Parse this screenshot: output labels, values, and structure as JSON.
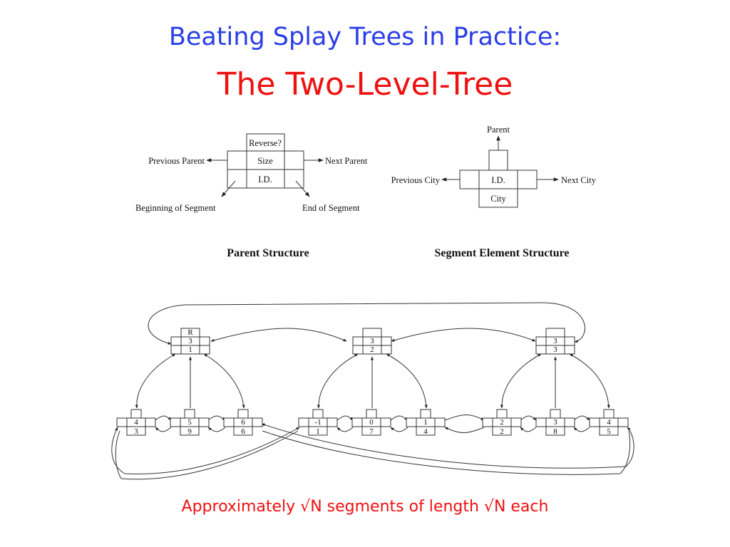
{
  "title": "Beating Splay Trees in Practice:",
  "subtitle": "The Two-Level-Tree",
  "caption": "Approximately √N segments of length √N each",
  "parent_structure": {
    "caption": "Parent Structure",
    "fields": {
      "reverse": "Reverse?",
      "size": "Size",
      "id": "I.D."
    },
    "previous_parent": "Previous Parent",
    "next_parent": "Next Parent",
    "beginning_of_segment": "Beginning of Segment",
    "end_of_segment": "End of Segment"
  },
  "segment_element_structure": {
    "caption": "Segment Element Structure",
    "parent": "Parent",
    "fields": {
      "id": "I.D.",
      "city": "City"
    },
    "previous_city": "Previous City",
    "next_city": "Next City"
  },
  "tree": {
    "parents": [
      {
        "reverse": "R",
        "size": "3",
        "id": "1"
      },
      {
        "reverse": "",
        "size": "3",
        "id": "2"
      },
      {
        "reverse": "",
        "size": "3",
        "id": "3"
      }
    ],
    "elements": [
      {
        "id": "4",
        "city": "3"
      },
      {
        "id": "5",
        "city": "9"
      },
      {
        "id": "6",
        "city": "6"
      },
      {
        "id": "-1",
        "city": "1"
      },
      {
        "id": "0",
        "city": "7"
      },
      {
        "id": "1",
        "city": "4"
      },
      {
        "id": "2",
        "city": "2"
      },
      {
        "id": "3",
        "city": "8"
      },
      {
        "id": "4",
        "city": "5"
      }
    ]
  }
}
